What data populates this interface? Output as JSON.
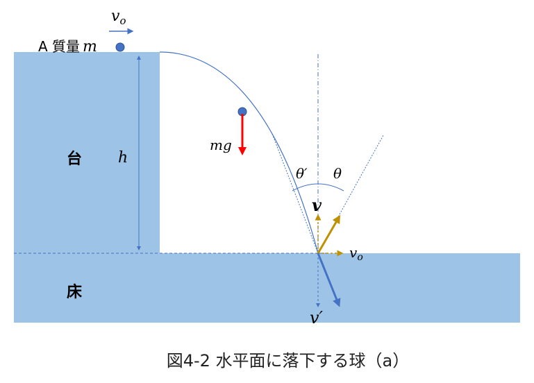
{
  "labels": {
    "v0_top": "v",
    "v0_top_sub": "o",
    "ball_label": "A 質量",
    "mass": "m",
    "platform": "台",
    "height": "h",
    "weight": "mg",
    "theta_prime": "θ′",
    "theta": "θ",
    "v_up": "v",
    "v0_right": "v",
    "v0_right_sub": "o",
    "floor": "床",
    "v_prime": "v′"
  },
  "caption": "図4-2 水平面に落下する球（a）",
  "colors": {
    "block": "#9dc3e6",
    "ball": "#4472c4",
    "ball_stroke": "#2f528f",
    "trajectory": "#4472c4",
    "gravity_arrow": "#ff0000",
    "reflected_arrow": "#bf9000",
    "incident_arrow": "#4472c4",
    "dotted_guides": "#4472c4",
    "text": "#000000"
  }
}
